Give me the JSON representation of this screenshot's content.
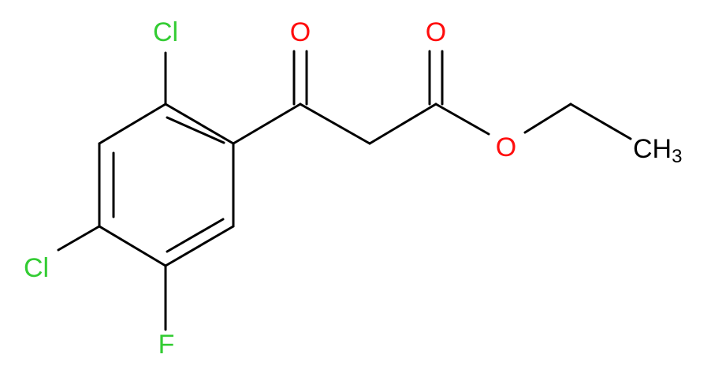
{
  "molecule": {
    "atoms": {
      "cl_top": {
        "label": "Cl",
        "element": "chlorine"
      },
      "cl_left": {
        "label": "Cl",
        "element": "chlorine"
      },
      "f": {
        "label": "F",
        "element": "fluorine"
      },
      "o_ketone": {
        "label": "O",
        "element": "oxygen"
      },
      "o_carbonyl": {
        "label": "O",
        "element": "oxygen"
      },
      "o_ester": {
        "label": "O",
        "element": "oxygen"
      },
      "ch3": {
        "label": "CH",
        "subscript": "3",
        "element": "carbon"
      }
    },
    "colors": {
      "bond": "#000000",
      "chlorine": "#33cc33",
      "fluorine": "#33cc33",
      "oxygen": "#ff0d0d",
      "carbon": "#000000"
    }
  }
}
